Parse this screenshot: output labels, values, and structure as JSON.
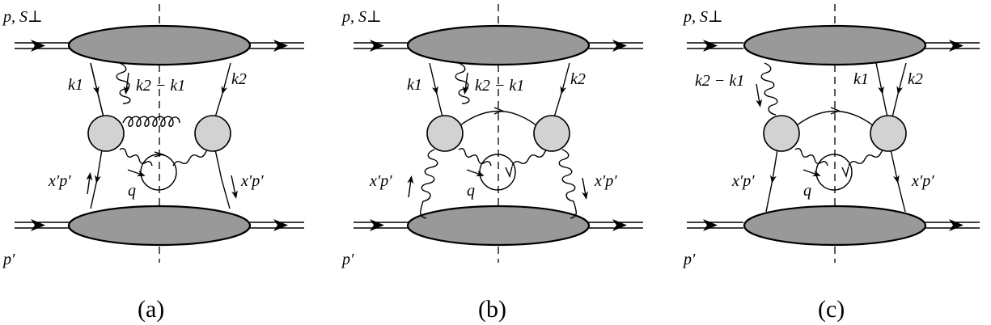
{
  "diagrams": [
    {
      "id": "a",
      "caption": "(a)",
      "labels": {
        "incoming_proton": "p, S⊥",
        "outgoing_proton": "p′",
        "k1": "k1",
        "k2_minus_k1": "k2 − k1",
        "k2": "k2",
        "xp_left": "x′p′",
        "xp_right": "x′p′",
        "q": "q"
      }
    },
    {
      "id": "b",
      "caption": "(b)",
      "labels": {
        "incoming_proton": "p, S⊥",
        "outgoing_proton": "p′",
        "k1": "k1",
        "k2_minus_k1": "k2 − k1",
        "k2": "k2",
        "xp_left": "x′p′",
        "xp_right": "x′p′",
        "q": "q"
      }
    },
    {
      "id": "c",
      "caption": "(c)",
      "labels": {
        "incoming_proton": "p, S⊥",
        "outgoing_proton": "p′",
        "k1": "k1",
        "k2_minus_k1": "k2 − k1",
        "k2": "k2",
        "xp_left": "x′p′",
        "xp_right": "x′p′",
        "q": "q"
      }
    }
  ]
}
